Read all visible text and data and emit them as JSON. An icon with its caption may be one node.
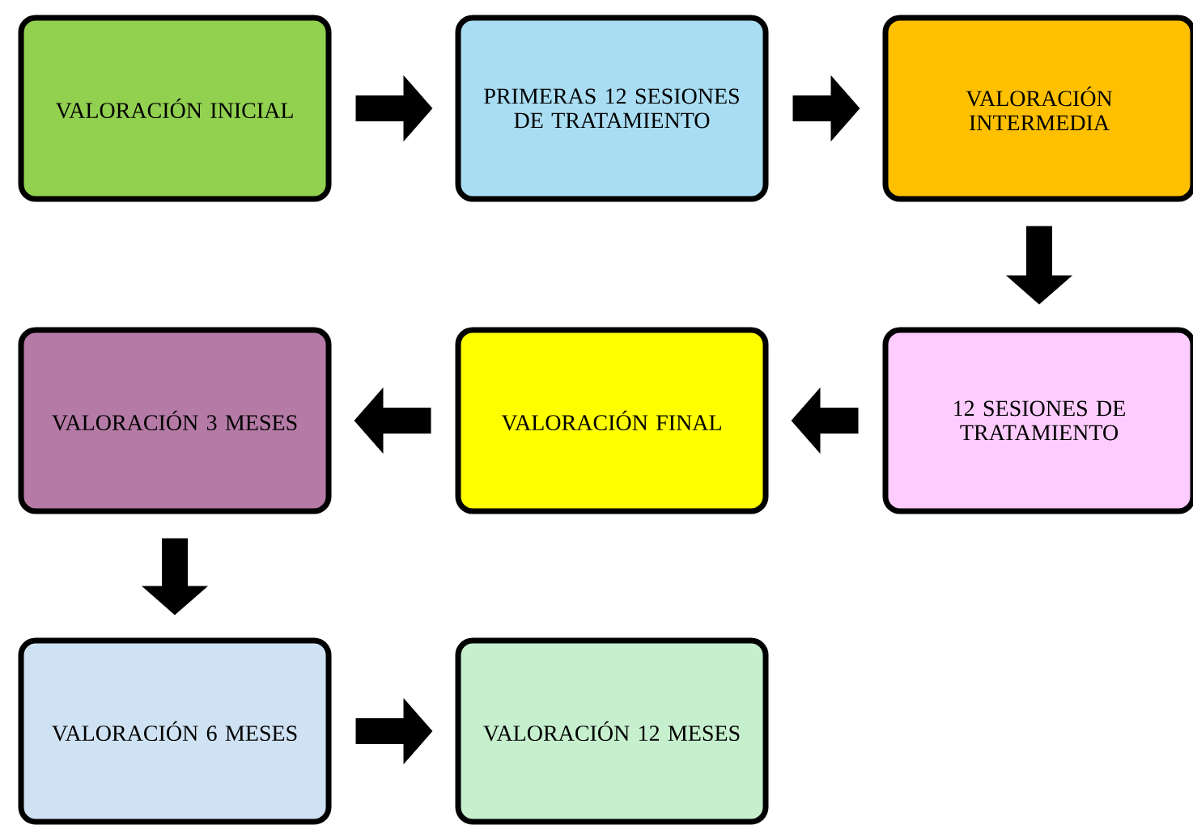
{
  "diagram": {
    "nodes": [
      {
        "text": [
          "VALORACIÓN INICIAL"
        ]
      },
      {
        "text": [
          "PRIMERAS 12 SESIONES DE TRATAMIENTO"
        ]
      },
      {
        "text": [
          "VALORACIÓN INTERMEDIA"
        ]
      },
      {
        "text": [
          "12 SESIONES DE TRATAMIENTO"
        ]
      },
      {
        "text": [
          "VALORACIÓN FINAL"
        ]
      },
      {
        "text": [
          "VALORACIÓN 3 MESES"
        ]
      },
      {
        "text": [
          "VALORACIÓN 6 MESES"
        ]
      },
      {
        "text": [
          "VALORACIÓN 12 MESES"
        ]
      }
    ],
    "edges": [
      {
        "from": 0,
        "to": 1,
        "arrow": "to"
      },
      {
        "from": 1,
        "to": 2,
        "arrow": "to"
      },
      {
        "from": 2,
        "to": 3,
        "arrow": "to"
      },
      {
        "from": 3,
        "to": 4,
        "arrow": "to"
      },
      {
        "from": 4,
        "to": 5,
        "arrow": "to"
      },
      {
        "from": 5,
        "to": 6,
        "arrow": "to"
      },
      {
        "from": 6,
        "to": 7,
        "arrow": "to"
      }
    ]
  }
}
